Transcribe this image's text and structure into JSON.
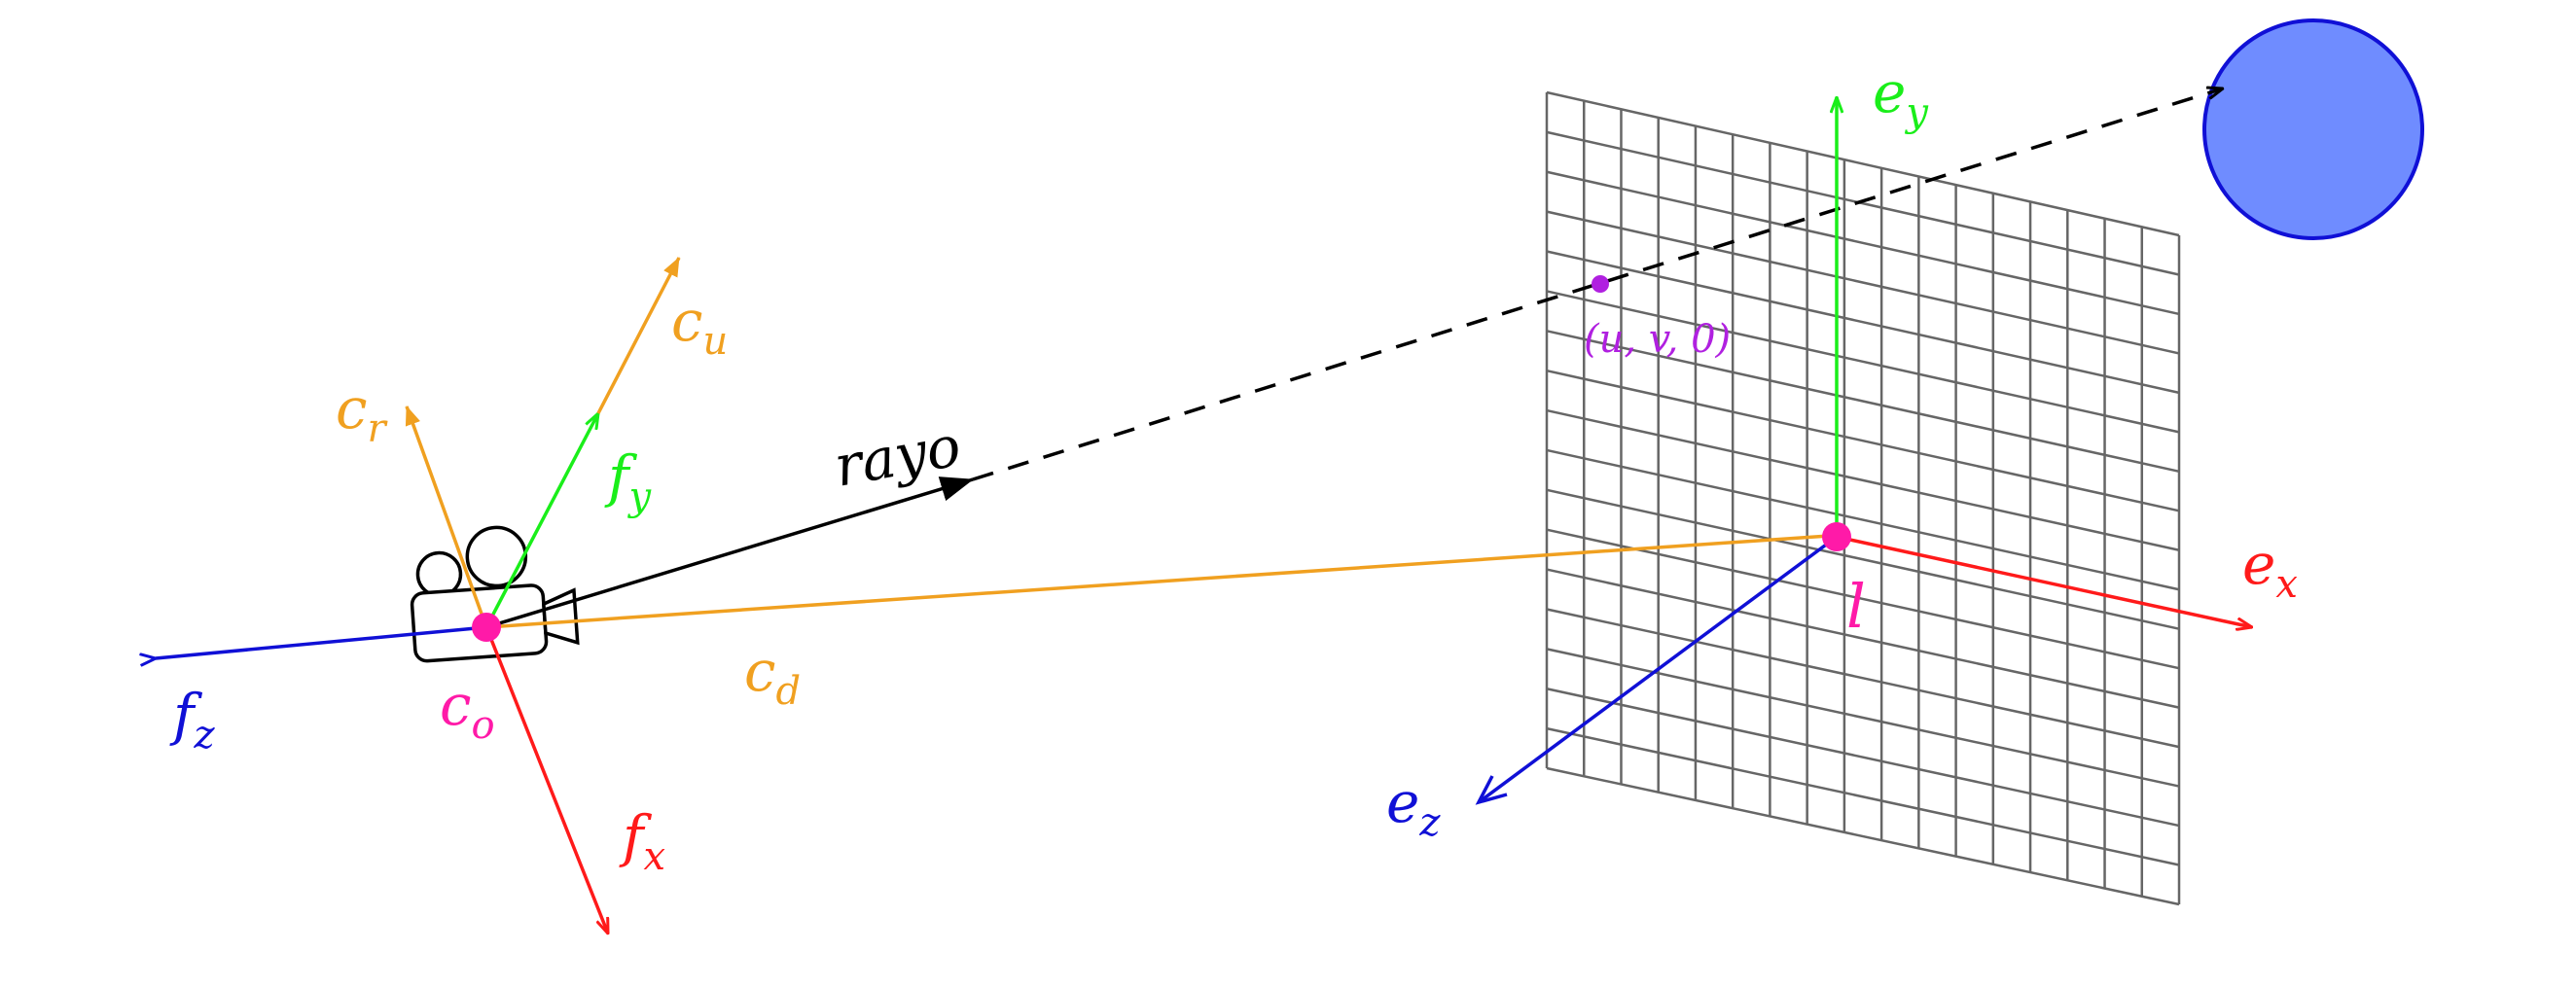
{
  "colors": {
    "black": "#000000",
    "red": "#ff1a1a",
    "green": "#1aee1a",
    "blue": "#1010d6",
    "orange": "#f0a020",
    "magenta": "#ff1aa8",
    "purple": "#b020e0",
    "grid": "#666666",
    "sphere_fill": "#6f8cff",
    "sphere_stroke": "#1010d6"
  },
  "labels": {
    "fz": {
      "base": "f",
      "sub": "z"
    },
    "fx": {
      "base": "f",
      "sub": "x"
    },
    "fy": {
      "base": "f",
      "sub": "y"
    },
    "cr": {
      "base": "c",
      "sub": "r"
    },
    "cu": {
      "base": "c",
      "sub": "u"
    },
    "co": {
      "base": "c",
      "sub": "o"
    },
    "cd": {
      "base": "c",
      "sub": "d"
    },
    "rayo": "rayo",
    "ey": {
      "base": "e",
      "sub": "y"
    },
    "ex": {
      "base": "e",
      "sub": "x"
    },
    "ez": {
      "base": "e",
      "sub": "z"
    },
    "l": "l",
    "uv0": "(u, v, 0)"
  }
}
